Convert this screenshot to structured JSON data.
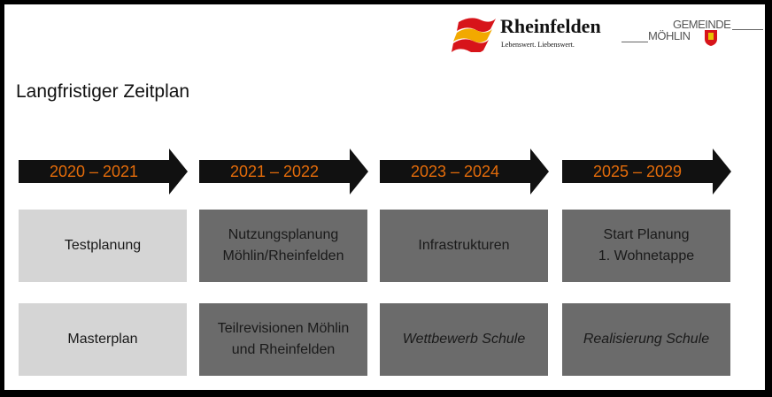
{
  "logos": {
    "rheinfelden": {
      "name": "Rheinfelden",
      "tagline": "Lebenswert. Liebenswert."
    },
    "moehlin": {
      "line1": "GEMEINDE",
      "line2": "MÖHLIN"
    }
  },
  "title": "Langfristiger Zeitplan",
  "colors": {
    "arrow": "#111111",
    "arrow_text": "#e46c0a",
    "light_box": "#d5d5d5",
    "dark_box": "#6b6b6b"
  },
  "phases": [
    {
      "period": "2020 – 2021",
      "row1": "Testplanung",
      "row2": "Masterplan"
    },
    {
      "period": "2021 – 2022",
      "row1": "Nutzungsplanung\nMöhlin/Rheinfelden",
      "row2": "Teilrevisionen Möhlin\nund Rheinfelden"
    },
    {
      "period": "2023 – 2024",
      "row1": "Infrastrukturen",
      "row2": "Wettbewerb Schule"
    },
    {
      "period": "2025 – 2029",
      "row1": "Start Planung\n1. Wohnetappe",
      "row2": "Realisierung Schule"
    }
  ]
}
